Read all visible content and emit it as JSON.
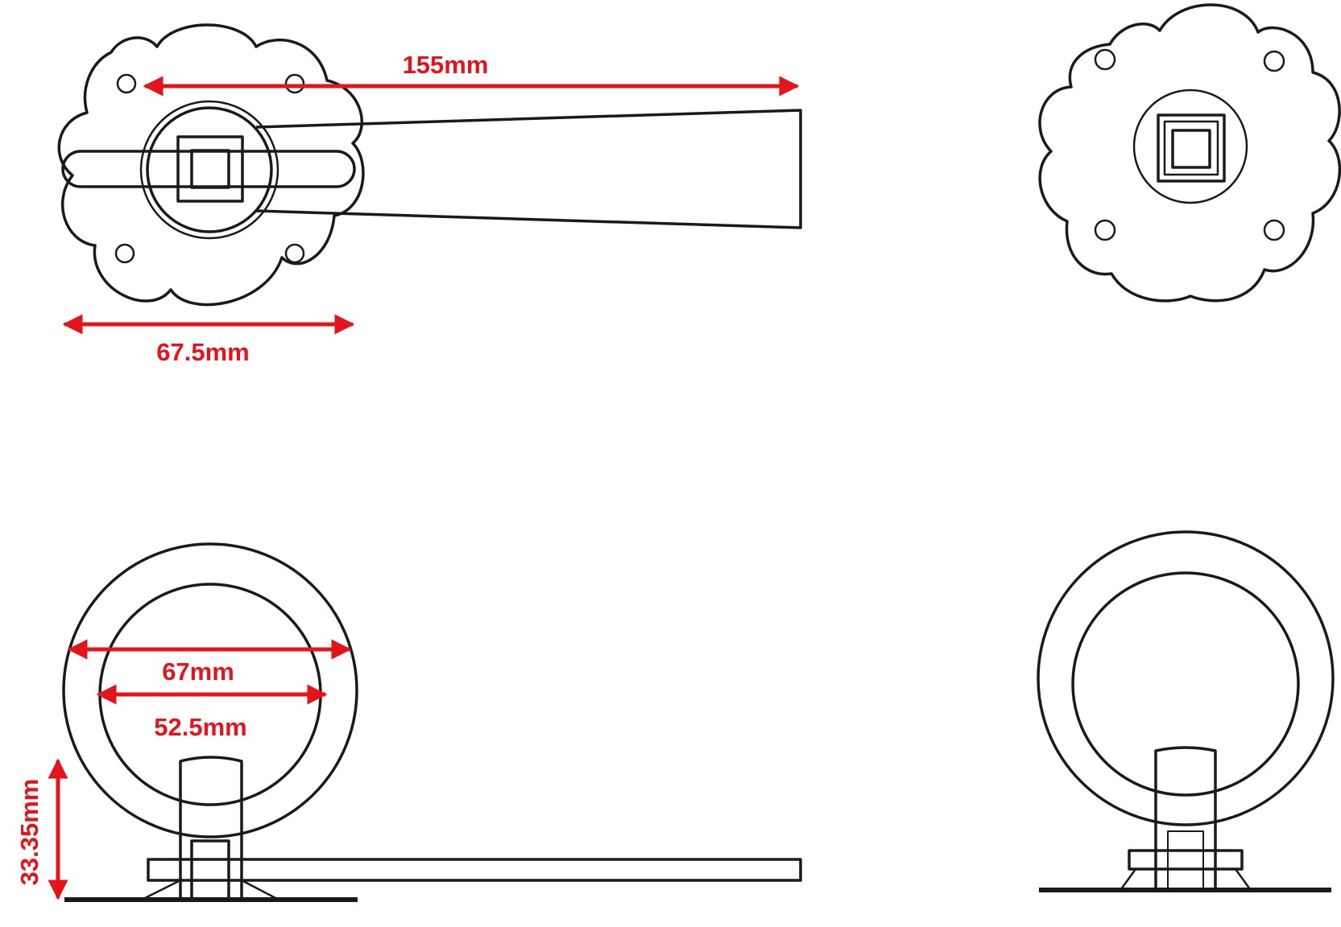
{
  "colors": {
    "line": "#1a1a1a",
    "dimension": "#e4141b",
    "background": "#ffffff"
  },
  "dimensions": {
    "lever_length": "155mm",
    "rose_diameter": "67.5mm",
    "ring_outer_diameter": "67mm",
    "ring_inner_diameter": "52.5mm",
    "ring_height": "33.35mm"
  }
}
